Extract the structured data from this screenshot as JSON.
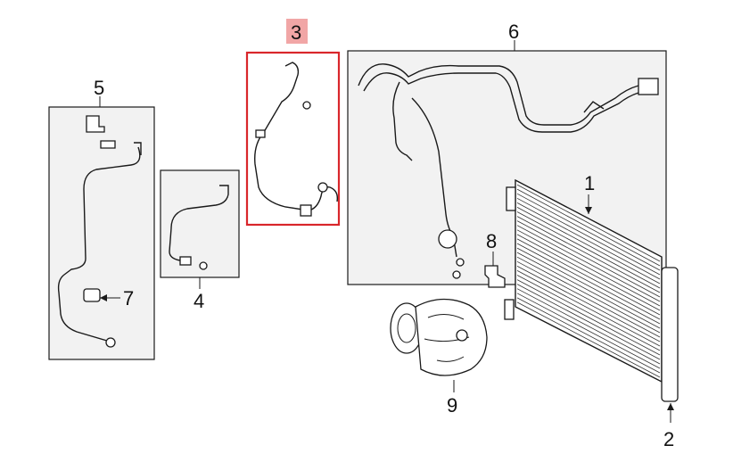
{
  "callouts": {
    "c1": "1",
    "c2": "2",
    "c3": "3",
    "c4": "4",
    "c5": "5",
    "c6": "6",
    "c7": "7",
    "c8": "8",
    "c9": "9"
  },
  "highlight": {
    "color": "#d9262b",
    "label_bg": "#f1a6a6",
    "selected_part": "3"
  }
}
